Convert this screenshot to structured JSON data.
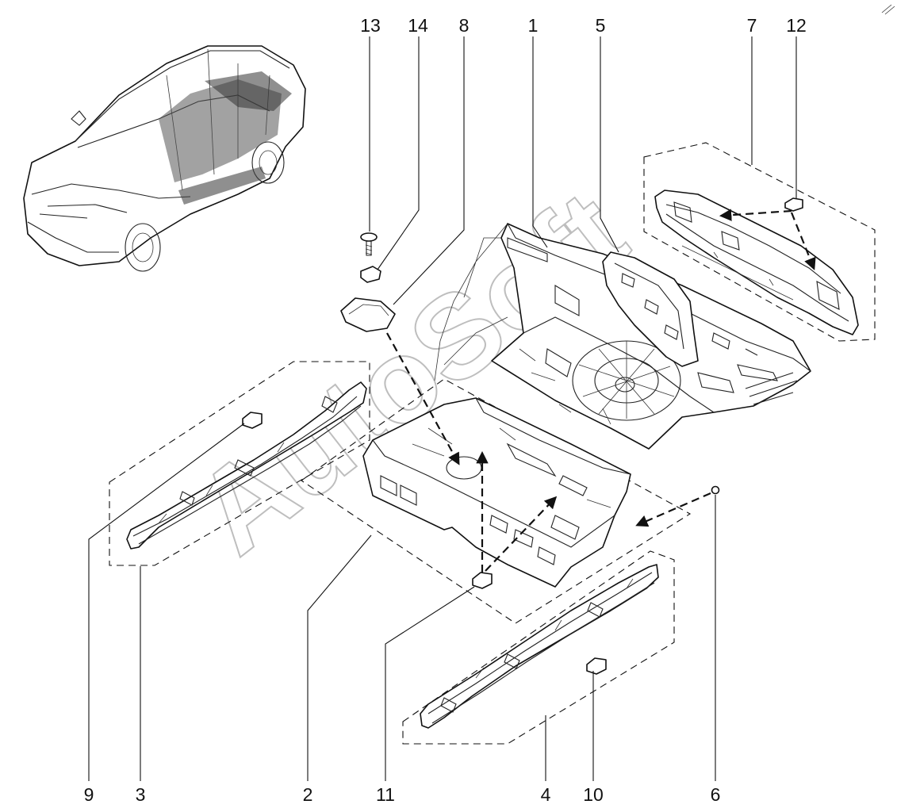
{
  "diagram": {
    "callouts": {
      "c1": "1",
      "c2": "2",
      "c3": "3",
      "c4": "4",
      "c5": "5",
      "c6": "6",
      "c7": "7",
      "c8": "8",
      "c9": "9",
      "c10": "10",
      "c11": "11",
      "c12": "12",
      "c13": "13",
      "c14": "14"
    },
    "watermark": "AutoSoft"
  }
}
